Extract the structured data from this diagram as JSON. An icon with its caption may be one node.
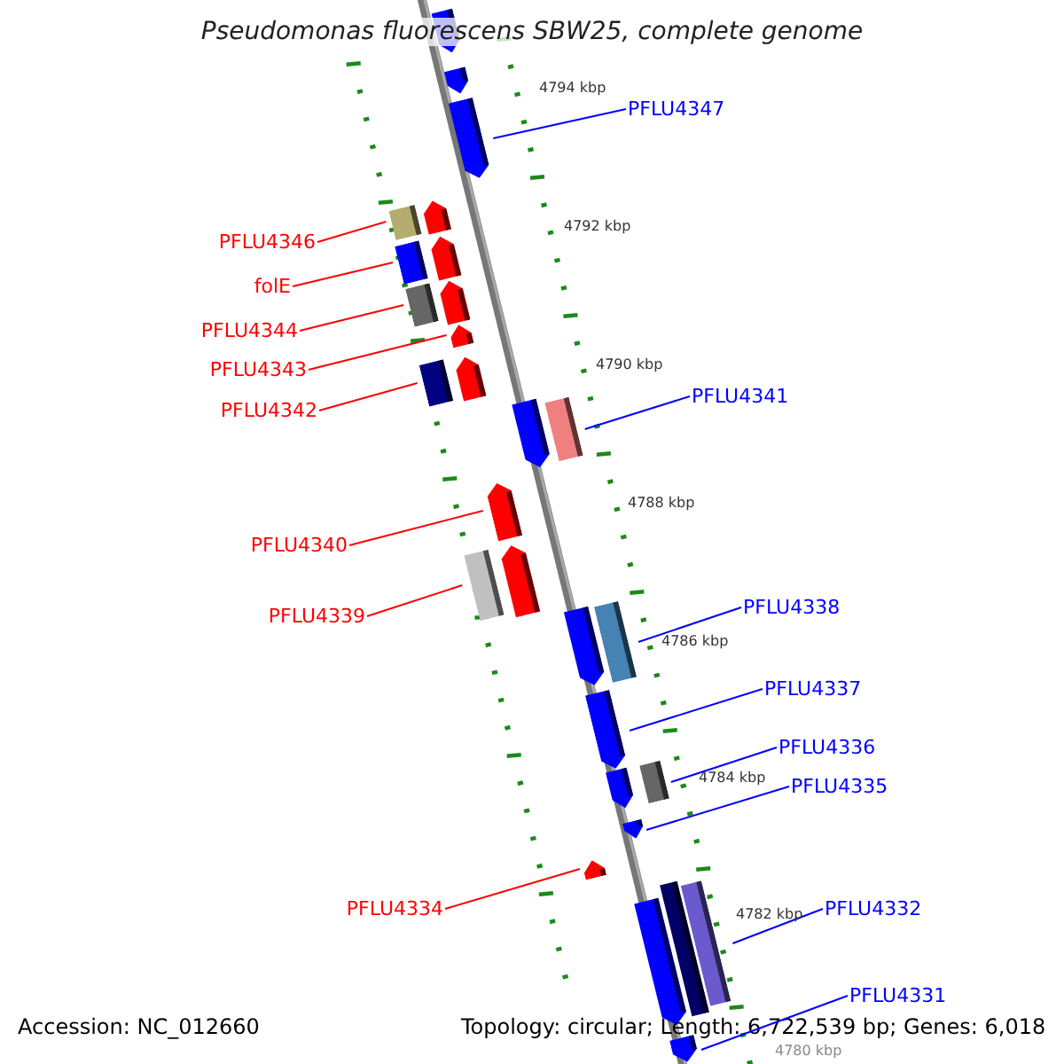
{
  "diagram": {
    "title": "Pseudomonas fluorescens SBW25, complete genome",
    "nodes": [
      {
        "text": [
          "PFLU4347"
        ]
      },
      {
        "text": [
          "PFLU4346"
        ]
      },
      {
        "text": [
          "folE"
        ]
      },
      {
        "text": [
          "PFLU4344"
        ]
      },
      {
        "text": [
          "PFLU4343"
        ]
      },
      {
        "text": [
          "PFLU4341"
        ]
      },
      {
        "text": [
          "PFLU4342"
        ]
      },
      {
        "text": [
          "PFLU4340"
        ]
      },
      {
        "text": [
          "PFLU4338"
        ]
      },
      {
        "text": [
          "PFLU4339"
        ]
      },
      {
        "text": [
          "PFLU4337"
        ]
      },
      {
        "text": [
          "PFLU4336"
        ]
      },
      {
        "text": [
          "PFLU4335"
        ]
      },
      {
        "text": [
          "PFLU4334"
        ]
      },
      {
        "text": [
          "PFLU4332"
        ]
      },
      {
        "text": [
          "PFLU4331"
        ]
      },
      {
        "text": [],
        "shape": "arrow"
      },
      {
        "text": [],
        "shape": "box"
      },
      {
        "text": [],
        "shape": "box"
      },
      {
        "text": [],
        "shape": "box"
      },
      {
        "text": [],
        "shape": "arrow"
      },
      {
        "text": [],
        "shape": "box"
      },
      {
        "text": [],
        "shape": "box"
      },
      {
        "text": [],
        "shape": "arrow"
      },
      {
        "text": [],
        "shape": "box"
      },
      {
        "text": [],
        "shape": "box"
      },
      {
        "text": [],
        "shape": "arrow"
      },
      {
        "text": [],
        "shape": "box"
      },
      {
        "text": [],
        "shape": "arrow"
      },
      {
        "text": [],
        "shape": "arrow"
      },
      {
        "text": [],
        "shape": "box"
      },
      {
        "text": [],
        "shape": "arrow"
      }
    ],
    "edges": [
      {
        "from": 0,
        "to": 16,
        "arrow": "none"
      },
      {
        "from": 1,
        "to": 17,
        "arrow": "none",
        "color": "#ff0000"
      },
      {
        "from": 2,
        "to": 18,
        "arrow": "none",
        "color": "#ff0000"
      },
      {
        "from": 3,
        "to": 19,
        "arrow": "none",
        "color": "#ff0000"
      },
      {
        "from": 4,
        "to": 20,
        "arrow": "none",
        "color": "#ff0000"
      },
      {
        "from": 5,
        "to": 21,
        "arrow": "none"
      },
      {
        "from": 6,
        "to": 22,
        "arrow": "none",
        "color": "#ff0000"
      },
      {
        "from": 7,
        "to": 23,
        "arrow": "none",
        "color": "#ff0000"
      },
      {
        "from": 8,
        "to": 24,
        "arrow": "none"
      },
      {
        "from": 9,
        "to": 25,
        "arrow": "none",
        "color": "#ff0000"
      },
      {
        "from": 10,
        "to": 26,
        "arrow": "none"
      },
      {
        "from": 11,
        "to": 27,
        "arrow": "none"
      },
      {
        "from": 12,
        "to": 28,
        "arrow": "none"
      },
      {
        "from": 13,
        "to": 29,
        "arrow": "none",
        "color": "#ff0000"
      },
      {
        "from": 14,
        "to": 30,
        "arrow": "none"
      },
      {
        "from": 15,
        "to": 31,
        "arrow": "none"
      }
    ],
    "labels": [
      "4794 kbp",
      "4792 kbp",
      "4790 kbp",
      "4788 kbp",
      "4786 kbp",
      "4784 kbp",
      "4782 kbp",
      "4780 kbp",
      "Accession: NC_012660",
      "Topology: circular; Length: 6,722,539 bp; Genes: 6,018"
    ]
  }
}
